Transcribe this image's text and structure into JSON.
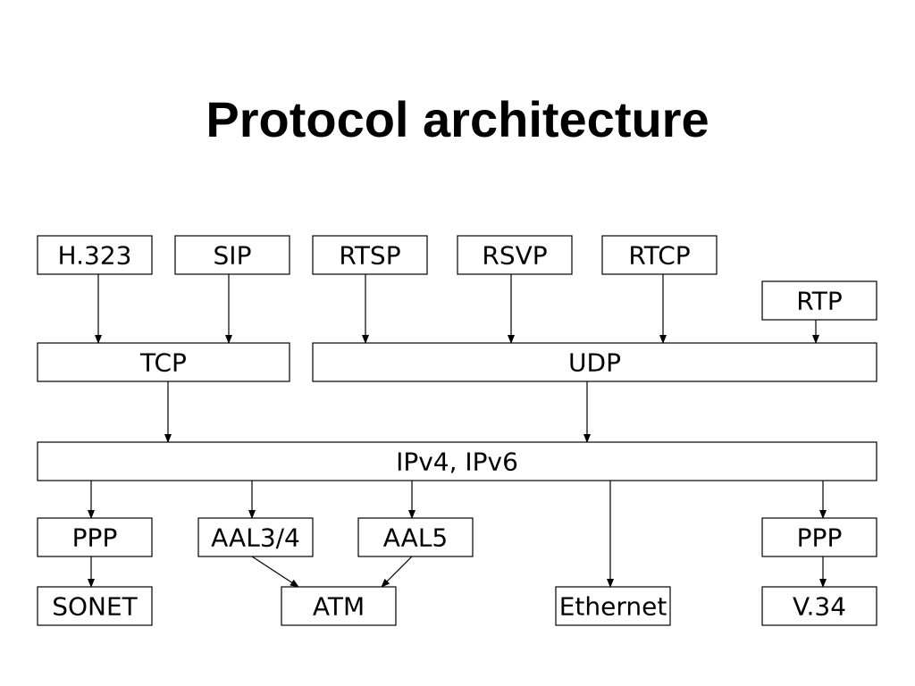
{
  "slide": {
    "title": "Protocol architecture"
  },
  "nodes": [
    {
      "id": "h323",
      "label": "H.323"
    },
    {
      "id": "sip",
      "label": "SIP"
    },
    {
      "id": "rtsp",
      "label": "RTSP"
    },
    {
      "id": "rsvp",
      "label": "RSVP"
    },
    {
      "id": "rtcp",
      "label": "RTCP"
    },
    {
      "id": "rtp",
      "label": "RTP"
    },
    {
      "id": "tcp",
      "label": "TCP"
    },
    {
      "id": "udp",
      "label": "UDP"
    },
    {
      "id": "ip",
      "label": "IPv4, IPv6"
    },
    {
      "id": "ppp1",
      "label": "PPP"
    },
    {
      "id": "aal34",
      "label": "AAL3/4"
    },
    {
      "id": "aal5",
      "label": "AAL5"
    },
    {
      "id": "ppp2",
      "label": "PPP"
    },
    {
      "id": "sonet",
      "label": "SONET"
    },
    {
      "id": "atm",
      "label": "ATM"
    },
    {
      "id": "ethernet",
      "label": "Ethernet"
    },
    {
      "id": "v34",
      "label": "V.34"
    }
  ],
  "edges": [
    {
      "from": "h323",
      "to": "tcp"
    },
    {
      "from": "sip",
      "to": "tcp"
    },
    {
      "from": "rtsp",
      "to": "udp"
    },
    {
      "from": "rsvp",
      "to": "udp"
    },
    {
      "from": "rtcp",
      "to": "udp"
    },
    {
      "from": "rtp",
      "to": "udp"
    },
    {
      "from": "tcp",
      "to": "ip"
    },
    {
      "from": "udp",
      "to": "ip"
    },
    {
      "from": "ip",
      "to": "ppp1"
    },
    {
      "from": "ip",
      "to": "aal34"
    },
    {
      "from": "ip",
      "to": "aal5"
    },
    {
      "from": "ip",
      "to": "ethernet"
    },
    {
      "from": "ip",
      "to": "ppp2"
    },
    {
      "from": "ppp1",
      "to": "sonet"
    },
    {
      "from": "aal34",
      "to": "atm"
    },
    {
      "from": "aal5",
      "to": "atm"
    },
    {
      "from": "ppp2",
      "to": "v34"
    }
  ]
}
